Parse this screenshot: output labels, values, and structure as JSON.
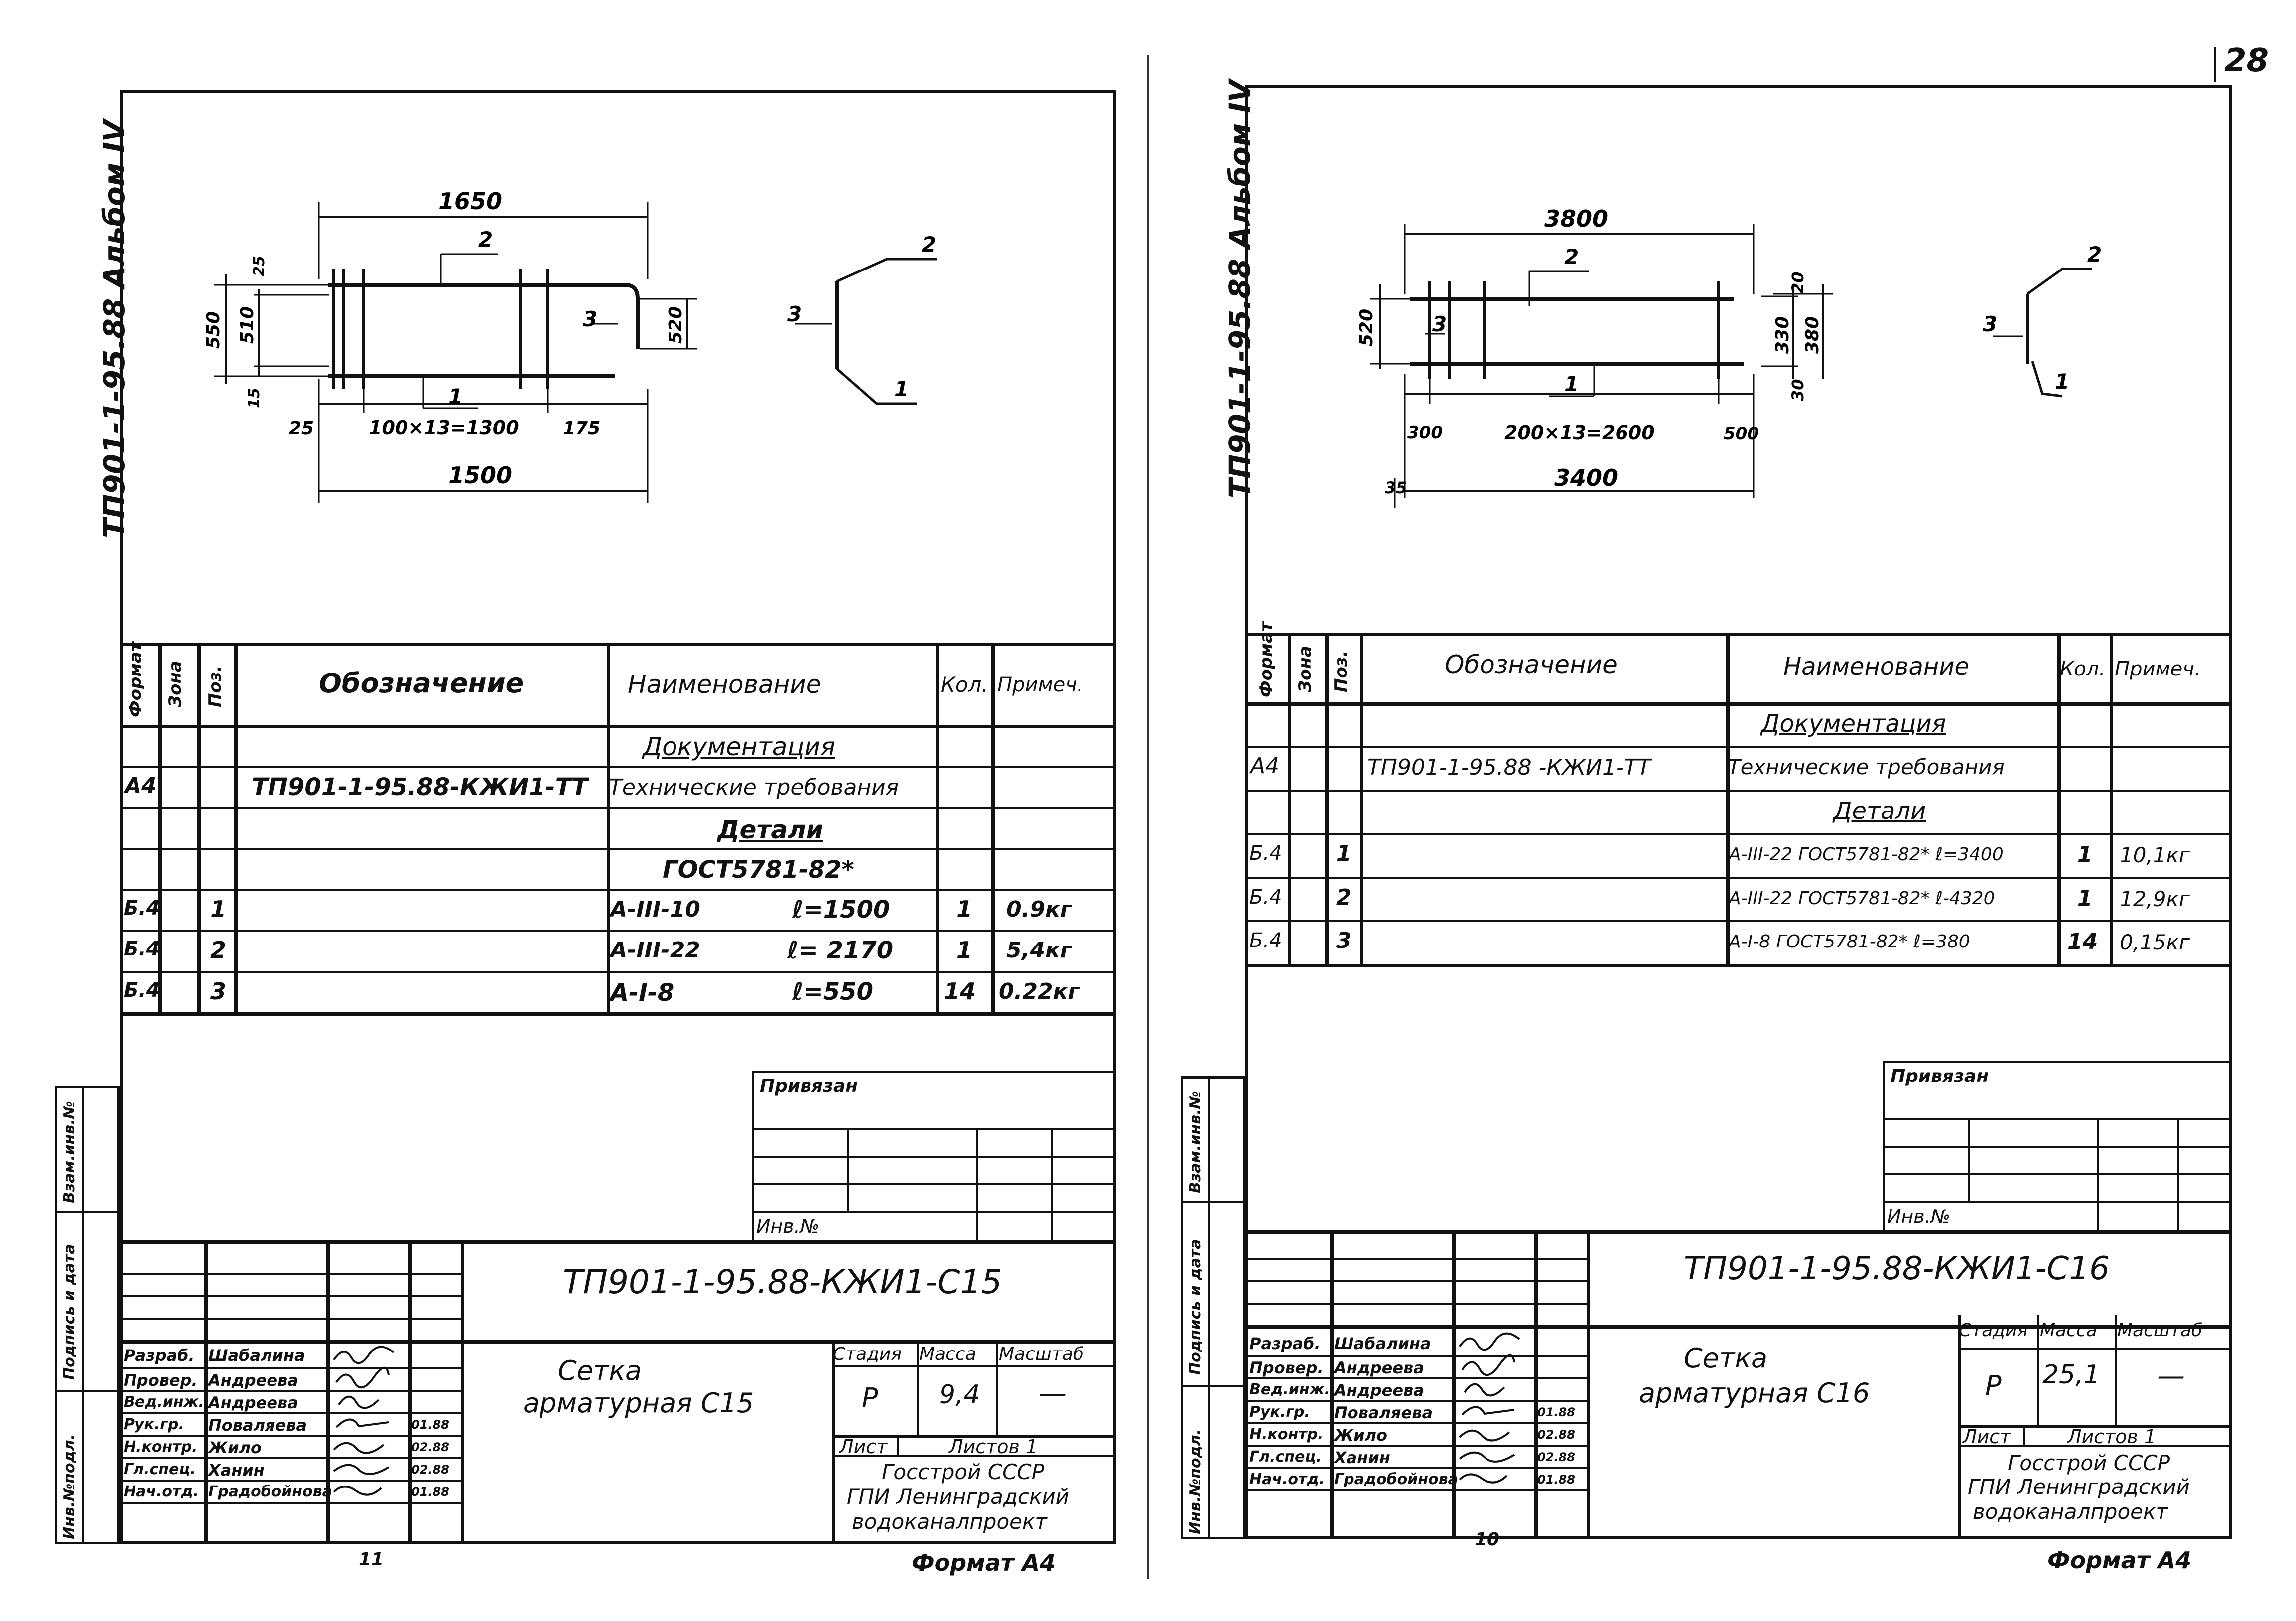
{
  "page_number": "28",
  "sheets": [
    {
      "album": "ТП901-1-95.88 Альбом IV",
      "drawing": {
        "dims": [
          "1650",
          "550",
          "510",
          "25",
          "15",
          "520",
          "25",
          "100×13=1300",
          "175",
          "1500"
        ],
        "positions": [
          "2",
          "3",
          "1"
        ],
        "section_positions": [
          "2",
          "3",
          "1"
        ]
      },
      "spec": {
        "headers": {
          "format": "Формат",
          "zone": "Зона",
          "pos": "Поз.",
          "designation": "Обозначение",
          "name": "Наименование",
          "qty": "Кол.",
          "note": "Примеч."
        },
        "rows": [
          {
            "format": "",
            "pos": "",
            "designation": "",
            "name": "Документация",
            "qty": "",
            "note": ""
          },
          {
            "format": "А4",
            "pos": "",
            "designation": "ТП901-1-95.88-КЖИ1-ТТ",
            "name": "Технические требования",
            "qty": "",
            "note": ""
          },
          {
            "format": "",
            "pos": "",
            "designation": "",
            "name": "Детали",
            "qty": "",
            "note": ""
          },
          {
            "format": "",
            "pos": "",
            "designation": "",
            "name": "ГОСТ5781-82*",
            "qty": "",
            "note": ""
          },
          {
            "format": "Б.4",
            "pos": "1",
            "designation": "",
            "name": "А-III-10",
            "len": "ℓ=1500",
            "qty": "1",
            "note": "0.9кг"
          },
          {
            "format": "Б.4",
            "pos": "2",
            "designation": "",
            "name": "А-III-22",
            "len": "ℓ= 2170",
            "qty": "1",
            "note": "5,4кг"
          },
          {
            "format": "Б.4",
            "pos": "3",
            "designation": "",
            "name": "А-I-8",
            "len": "ℓ=550",
            "qty": "14",
            "note": "0.22кг"
          }
        ]
      },
      "bound": {
        "label": "Привязан",
        "inv": "Инв.№"
      },
      "side_stamp": [
        "Взам.инв.№",
        "Подпись и дата",
        "Инв.№подл."
      ],
      "title_block": {
        "code": "ТП901-1-95.88-КЖИ1-С15",
        "name": [
          "Сетка",
          "арматурная С15"
        ],
        "stage_label": "Стадия",
        "mass_label": "Масса",
        "scale_label": "Масштаб",
        "stage": "Р",
        "mass": "9,4",
        "scale": "—",
        "sheet_label": "Лист",
        "sheets_label": "Листов 1",
        "org": [
          "Госстрой СССР",
          "ГПИ Ленинградский",
          "водоканалпроект"
        ],
        "people": [
          {
            "role": "Разраб.",
            "name": "Шабалина",
            "date": ""
          },
          {
            "role": "Провер.",
            "name": "Андреева",
            "date": ""
          },
          {
            "role": "Вед.инж.",
            "name": "Андреева",
            "date": ""
          },
          {
            "role": "Рук.гр.",
            "name": "Поваляева",
            "date": "01.88"
          },
          {
            "role": "Н.контр.",
            "name": "Жило",
            "date": "02.88"
          },
          {
            "role": "Гл.спец.",
            "name": "Ханин",
            "date": "02.88"
          },
          {
            "role": "Нач.отд.",
            "name": "Градобойнова",
            "date": "01.88"
          }
        ],
        "format": "Формат А4",
        "page": "11"
      }
    },
    {
      "album": "ТП901-1-95.88 Альбом IV",
      "drawing": {
        "dims": [
          "3800",
          "520",
          "20",
          "330",
          "380",
          "30",
          "300",
          "200×13=2600",
          "500",
          "35",
          "3400"
        ],
        "positions": [
          "2",
          "3",
          "1"
        ],
        "section_positions": [
          "2",
          "3",
          "1"
        ]
      },
      "spec": {
        "headers": {
          "format": "Формат",
          "zone": "Зона",
          "pos": "Поз.",
          "designation": "Обозначение",
          "name": "Наименование",
          "qty": "Кол.",
          "note": "Примеч."
        },
        "rows": [
          {
            "format": "",
            "pos": "",
            "designation": "",
            "name": "Документация",
            "qty": "",
            "note": ""
          },
          {
            "format": "А4",
            "pos": "",
            "designation": "ТП901-1-95.88 -КЖИ1-ТТ",
            "name": "Технические требования",
            "qty": "",
            "note": ""
          },
          {
            "format": "",
            "pos": "",
            "designation": "",
            "name": "Детали",
            "qty": "",
            "note": ""
          },
          {
            "format": "Б.4",
            "pos": "1",
            "designation": "",
            "name": "А-III-22 ГОСТ5781-82* ℓ=3400",
            "qty": "1",
            "note": "10,1кг"
          },
          {
            "format": "Б.4",
            "pos": "2",
            "designation": "",
            "name": "А-III-22 ГОСТ5781-82* ℓ-4320",
            "qty": "1",
            "note": "12,9кг"
          },
          {
            "format": "Б.4",
            "pos": "3",
            "designation": "",
            "name": "А-I-8 ГОСТ5781-82* ℓ=380",
            "qty": "14",
            "note": "0,15кг"
          }
        ]
      },
      "bound": {
        "label": "Привязан",
        "inv": "Инв.№"
      },
      "side_stamp": [
        "Взам.инв.№",
        "Подпись и дата",
        "Инв.№подл."
      ],
      "title_block": {
        "code": "ТП901-1-95.88-КЖИ1-С16",
        "name": [
          "Сетка",
          "арматурная С16"
        ],
        "stage_label": "Стадия",
        "mass_label": "Масса",
        "scale_label": "Масштаб",
        "stage": "Р",
        "mass": "25,1",
        "scale": "—",
        "sheet_label": "Лист",
        "sheets_label": "Листов 1",
        "org": [
          "Госстрой СССР",
          "ГПИ Ленинградский",
          "водоканалпроект"
        ],
        "people": [
          {
            "role": "Разраб.",
            "name": "Шабалина",
            "date": ""
          },
          {
            "role": "Провер.",
            "name": "Андреева",
            "date": ""
          },
          {
            "role": "Вед.инж.",
            "name": "Андреева",
            "date": ""
          },
          {
            "role": "Рук.гр.",
            "name": "Поваляева",
            "date": "01.88"
          },
          {
            "role": "Н.контр.",
            "name": "Жило",
            "date": "02.88"
          },
          {
            "role": "Гл.спец.",
            "name": "Ханин",
            "date": "02.88"
          },
          {
            "role": "Нач.отд.",
            "name": "Градобойнова",
            "date": "01.88"
          }
        ],
        "format": "Формат А4",
        "page": "10"
      }
    }
  ]
}
